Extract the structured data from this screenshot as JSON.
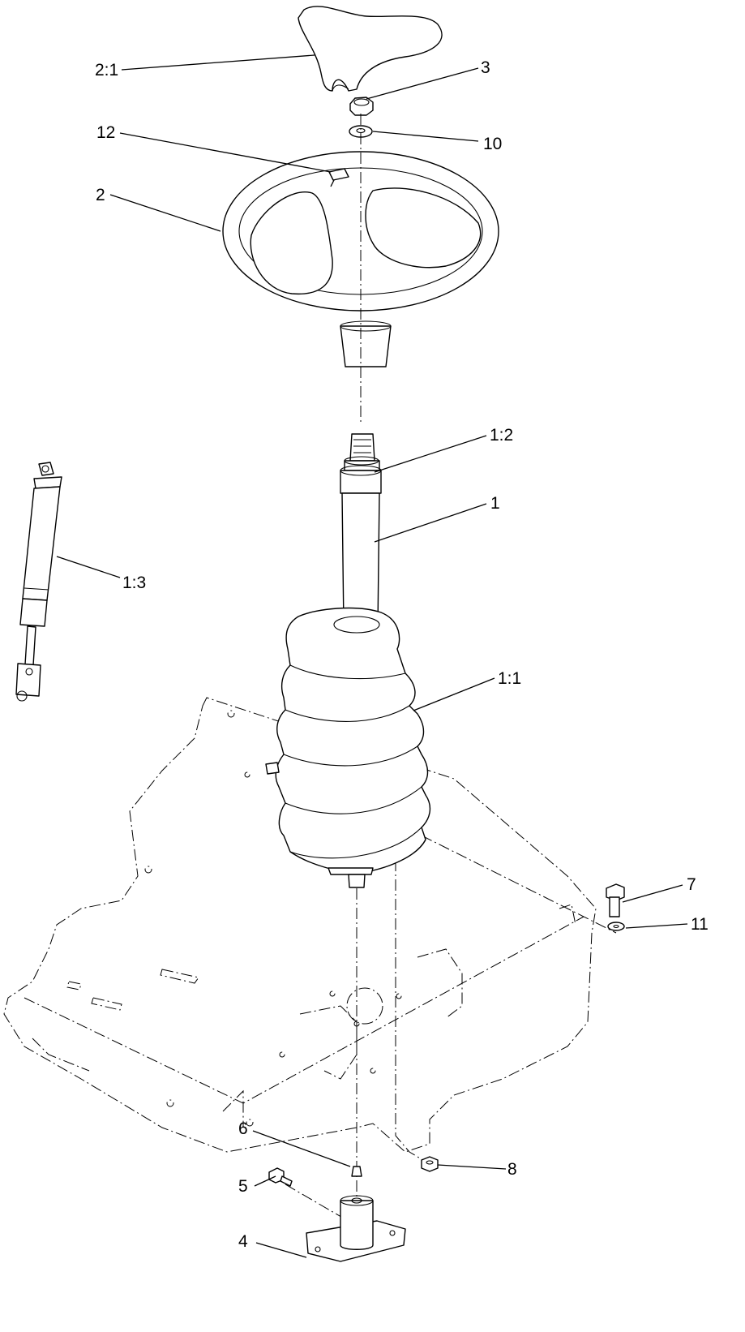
{
  "callouts": {
    "c_2_1": "2:1",
    "c_3": "3",
    "c_12": "12",
    "c_10": "10",
    "c_2": "2",
    "c_1_2": "1:2",
    "c_1": "1",
    "c_1_3": "1:3",
    "c_1_1": "1:1",
    "c_7": "7",
    "c_11": "11",
    "c_6": "6",
    "c_5": "5",
    "c_8": "8",
    "c_4": "4"
  }
}
